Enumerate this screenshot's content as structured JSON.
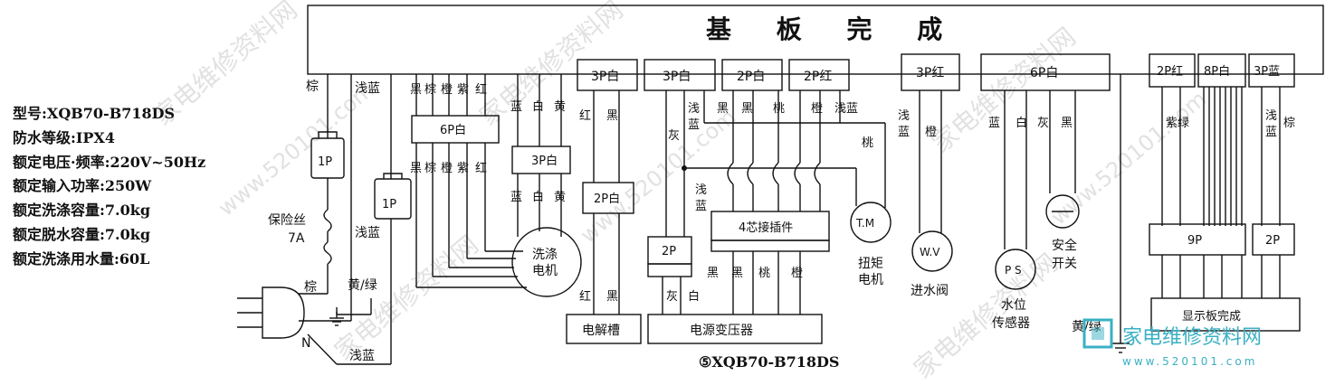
{
  "main_board": "基 板 完 成",
  "specs": [
    "型号:XQB70-B718DS",
    "防水等级:IPX4",
    "额定电压·频率:220V~50Hz",
    "额定输入功率:250W",
    "额定洗涤容量:7.0kg",
    "额定脱水容量:7.0kg",
    "额定洗涤用水量:60L"
  ],
  "caption": "⑤XQB70-B718DS",
  "connectors": {
    "c3p_white_a": "3P白",
    "c3p_white_b": "3P白",
    "c2p_white_a": "2P白",
    "c2p_red_a": "2P红",
    "c3p_red": "3P红",
    "c6p_white_top": "6P白",
    "c2p_red_b": "2P红",
    "c8p_white": "8P白",
    "c3p_blue": "3P蓝",
    "c6p_white_mid": "6P白",
    "c3p_white_mid": "3P白",
    "c2p_white_mid": "2P白",
    "c2p_small": "2P",
    "c4core": "4芯接插件",
    "c9p": "9P",
    "c2p_right": "2P",
    "c1p_left": "1P",
    "c1p_mid": "1P"
  },
  "components": {
    "fuse": "保险丝",
    "fuse_rating": "7A",
    "wash_motor_1": "洗涤",
    "wash_motor_2": "电机",
    "tm": "T.M",
    "torque_motor_1": "扭矩",
    "torque_motor_2": "电机",
    "wv": "W.V",
    "inlet_valve": "进水阀",
    "ps": "P S",
    "level_sensor_1": "水位",
    "level_sensor_2": "传感器",
    "safety_1": "安全",
    "safety_2": "开关",
    "electrolyzer": "电解槽",
    "transformer": "电源变压器",
    "display": "显示板完成",
    "n": "N"
  },
  "wires": {
    "brown": "棕",
    "light_blue": "浅蓝",
    "light_blue_a": "浅",
    "light_blue_b": "蓝",
    "yellow_green": "黄/绿",
    "group6_top": [
      "黑",
      "棕",
      "橙",
      "紫",
      "红"
    ],
    "group6_bottom": [
      "黑",
      "棕",
      "橙",
      "紫",
      "红"
    ],
    "group3_top": [
      "蓝",
      "白",
      "黄"
    ],
    "group3_bottom": [
      "蓝",
      "白",
      "黄"
    ],
    "red": "红",
    "black": "黑",
    "gray": "灰",
    "white": "白",
    "peach": "桃",
    "orange": "橙",
    "blue": "蓝",
    "purple_green": "紫绿",
    "yellow_green_b": "黄/绿"
  },
  "watermark": {
    "cn": "家电维修资料网",
    "url": "www.520101.com",
    "logo_cn": "家电维修资料网",
    "logo_url": "www.520101.com"
  }
}
